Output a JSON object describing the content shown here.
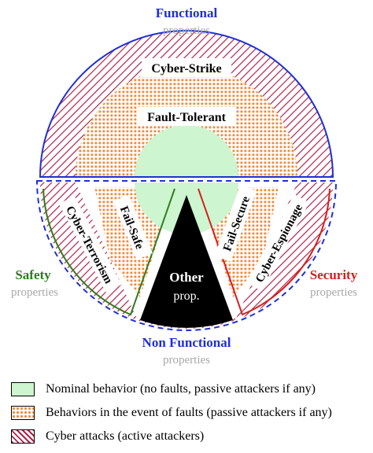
{
  "labels": {
    "functional_title": "Functional",
    "functional_sub": "properties",
    "nonfunctional_title": "Non Functional",
    "nonfunctional_sub": "properties",
    "safety_title": "Safety",
    "safety_sub": "properties",
    "security_title": "Security",
    "security_sub": "properties",
    "cyber_strike": "Cyber-Strike",
    "fault_tolerant": "Fault-Tolerant",
    "fail_safe": "Fail-Safe",
    "fail_secure": "Fail-Secure",
    "cyber_terrorism": "Cyber-Terrorism",
    "cyber_espionage": "Cyber-Espionage",
    "other_line1": "Other",
    "other_line2": "prop."
  },
  "legend": [
    {
      "label": "Nominal behavior (no faults, passive attackers if any)",
      "swatch": "nominal"
    },
    {
      "label": "Behaviors in the event of faults (passive attackers if any)",
      "swatch": "faults"
    },
    {
      "label": "Cyber attacks (active attackers)",
      "swatch": "attacks"
    }
  ],
  "colors": {
    "functional": "#1f2fd6",
    "safety": "#2e7d1f",
    "security": "#d42020",
    "nominal": "#cdf5cf",
    "faults": "#f08a3c",
    "attacks": "#b3224a",
    "subtitle": "#a8a8a8"
  }
}
